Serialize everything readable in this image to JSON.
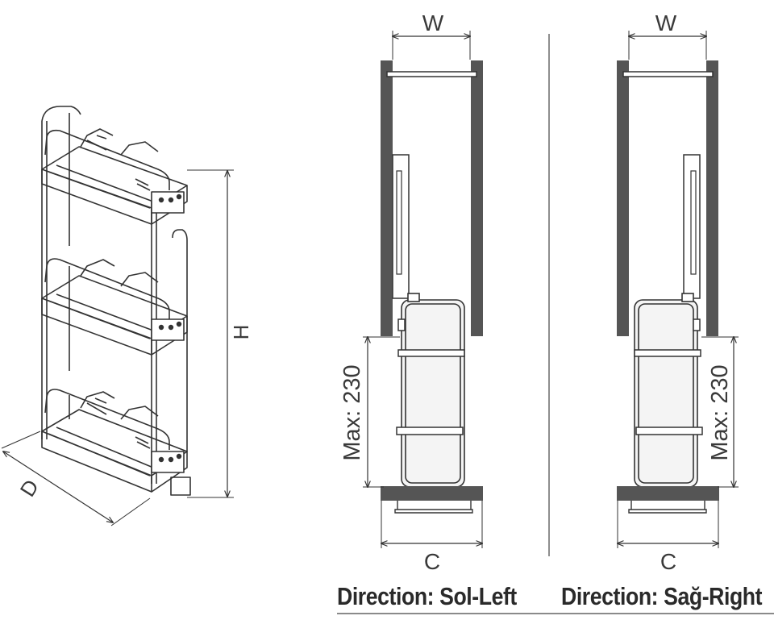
{
  "labels": {
    "depth": "D",
    "height": "H",
    "left": {
      "width": "W",
      "clearance": "C",
      "max": "Max: 230",
      "direction": "Direction: Sol-Left"
    },
    "right": {
      "width": "W",
      "clearance": "C",
      "max": "Max: 230",
      "direction": "Direction: Sağ-Right"
    }
  },
  "colors": {
    "panel": "#555555",
    "line": "#333333",
    "frame": "#f4f4f4"
  }
}
